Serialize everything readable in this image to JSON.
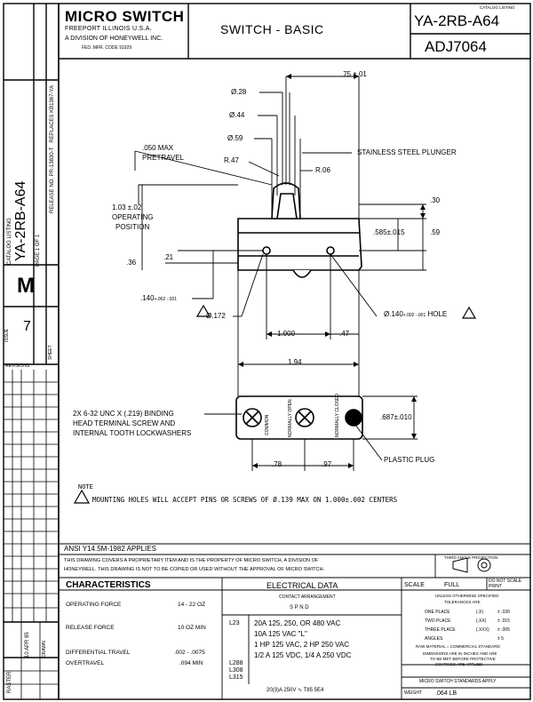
{
  "title_block": {
    "company": "MICRO SWITCH",
    "city": "FREEPORT ILLINOIS U.S.A.",
    "division": "A DIVISION OF HONEYWELL INC.",
    "fed_code": "FED. MFR. CODE 91929",
    "drawing_title": "SWITCH - BASIC",
    "catalog_listing_label": "CATALOG LISTING",
    "catalog_listing": "YA-2RB-A64",
    "adj_number": "ADJ7064"
  },
  "left_strip": {
    "replaces": "REPLACES KB1367-YA",
    "release_no": "RELEASE NO. PR-13830-T",
    "catalog_listing_label": "CATALOG LISTING",
    "catalog_listing": "YA-2RB-A64",
    "page": "PAGE 1 OF 1",
    "issue_label": "ISSUE",
    "issue_letter": "M",
    "sheet_label": "SHEET",
    "sheet_no": "7",
    "revisions_label": "REVISIONS",
    "raster_label": "RASTER",
    "drawn_label": "DRAWN",
    "drawn_date": "10 APR 85"
  },
  "dimensions": {
    "d075": ".75 ±.01",
    "d028": "Ø.28",
    "d044": "Ø.44",
    "d059": "Ø.59",
    "r047": "R.47",
    "r006": "R.06",
    "pretravel_value": ".050 MAX",
    "pretravel_label": "PRETRAVEL",
    "op_pos_value": "1.03 ±.02",
    "op_pos_label1": "OPERATING",
    "op_pos_label2": "POSITION",
    "d030": ".30",
    "d585": ".585±.015",
    "d059b": ".59",
    "d036": ".36",
    "d021": ".21",
    "d140a": ".140",
    "d140a_tol": "+.002 -.001",
    "d172": "Ø.172",
    "d140b": "Ø.140",
    "d140b_tol": "+.002 -.001",
    "hole": "HOLE",
    "d1000": "1.000",
    "d047": ".47",
    "d194": "1.94",
    "d687": ".687±.010",
    "d078": ".78",
    "d097": ".97"
  },
  "callouts": {
    "plunger": "STAINLESS STEEL PLUNGER",
    "screw1": "2X 6-32 UNC X (.219) BINDING",
    "screw2": "HEAD TERMINAL SCREW AND",
    "screw3": "INTERNAL TOOTH LOCKWASHERS",
    "plug": "PLASTIC PLUG",
    "common": "COMMON",
    "normally_open": "NORMALLY OPEN",
    "normally_closed": "NORMALLY CLOSED"
  },
  "note": {
    "label": "NOTE",
    "text": "MOUNTING HOLES WILL ACCEPT PINS OR SCREWS OF Ø.139 MAX ON 1.000±.002 CENTERS"
  },
  "standard": "ANSI Y14.5M-1982 APPLIES",
  "proprietary": [
    "THIS DRAWING COVERS A PROPRIETARY ITEM AND IS THE PROPERTY OF MICRO SWITCH, A DIVISION OF",
    "HONEYWELL. THIS DRAWING IS NOT TO BE COPIED OR USED WITHOUT THE APPROVAL OF MICRO SWITCH."
  ],
  "third_angle": "THIRD ANGLE PROJECTION",
  "characteristics": {
    "header": "CHARACTERISTICS",
    "rows": [
      {
        "label": "OPERATING FORCE",
        "value": "14 - 22 OZ"
      },
      {
        "label": "RELEASE FORCE",
        "value": "10 OZ MIN"
      },
      {
        "label": "DIFFERENTIAL TRAVEL",
        "value": ".002 - .0075"
      },
      {
        "label": "OVERTRAVEL",
        "value": ".094 MIN"
      }
    ]
  },
  "electrical": {
    "header": "ELECTRICAL DATA",
    "contact_label": "CONTACT ARRANGEMENT",
    "arrangement": "S P N D",
    "code1": "L23",
    "codes2": [
      "L288",
      "L308",
      "L315"
    ],
    "lines": [
      "20A 125, 250, OR 480 VAC",
      "10A 125 VAC \"L\"",
      "1 HP 125 VAC, 2 HP 250 VAC",
      "1/2 A 125 VDC, 1/4 A 250 VDC"
    ],
    "footer": "20(3)A 250V ∿ T85 5E4"
  },
  "scale": {
    "label": "SCALE",
    "value": "FULL",
    "do_not_scale": "DO NOT SCALE PRINT"
  },
  "tolerances": {
    "header1": "UNLESS OTHERWISE SPECIFIED",
    "header2": "TOLERANCES ARE",
    "rows": [
      {
        "label": "ONE PLACE",
        "sub": "(.X)",
        "value": "± .030"
      },
      {
        "label": "TWO PLACE",
        "sub": "(.XX)",
        "value": "± .015"
      },
      {
        "label": "THREE PLACE",
        "sub": "(.XXX)",
        "value": "± .005"
      },
      {
        "label": "ANGLES",
        "sub": "",
        "value": "± 5"
      }
    ],
    "raw_material": "RAW MATERIAL = COMMERCIAL STANDARD",
    "note1": "DIMENSIONS ARE IN INCHES AND ARE",
    "note2": "TO BE MET BEFORE PROTECTIVE",
    "note3": "COATINGS ARE APPLIED",
    "standards": "MICRO SWITCH STANDARDS APPLY",
    "weight_label": "WEIGHT",
    "weight": ".064 LB"
  }
}
